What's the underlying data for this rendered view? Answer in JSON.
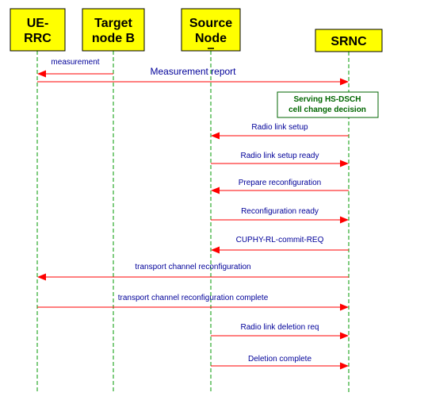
{
  "colors": {
    "box_fill": "#ffff00",
    "box_border": "#000000",
    "lifeline": "#009900",
    "arrow": "#ff0000",
    "message_text": "#000099",
    "decision_fill": "#ffffff",
    "decision_border": "#006600",
    "decision_text": "#006600"
  },
  "participants": [
    {
      "id": "ue_rrc",
      "lines": [
        "UE-",
        "RRC"
      ]
    },
    {
      "id": "target_node_b",
      "lines": [
        "Target",
        "node B"
      ]
    },
    {
      "id": "source_node",
      "lines": [
        "Source",
        "Node"
      ]
    },
    {
      "id": "srnc",
      "lines": [
        "SRNC"
      ]
    }
  ],
  "decision": {
    "at": "srnc",
    "lines": [
      "Serving HS-DSCH",
      "cell change decision"
    ]
  },
  "messages": [
    {
      "from": "target_node_b",
      "to": "ue_rrc",
      "label": "measurement"
    },
    {
      "from": "ue_rrc",
      "to": "srnc",
      "label": "Measurement report"
    },
    {
      "from": "srnc",
      "to": "source_node",
      "label": "Radio link setup"
    },
    {
      "from": "source_node",
      "to": "srnc",
      "label": "Radio link setup ready"
    },
    {
      "from": "srnc",
      "to": "source_node",
      "label": "Prepare reconfiguration"
    },
    {
      "from": "source_node",
      "to": "srnc",
      "label": "Reconfiguration ready"
    },
    {
      "from": "srnc",
      "to": "source_node",
      "label": "CUPHY-RL-commit-REQ"
    },
    {
      "from": "srnc",
      "to": "ue_rrc",
      "label": "transport channel reconfiguration"
    },
    {
      "from": "ue_rrc",
      "to": "srnc",
      "label": "transport channel reconfiguration complete"
    },
    {
      "from": "source_node",
      "to": "srnc",
      "label": "Radio link deletion req"
    },
    {
      "from": "source_node",
      "to": "srnc",
      "label": "Deletion complete"
    }
  ]
}
